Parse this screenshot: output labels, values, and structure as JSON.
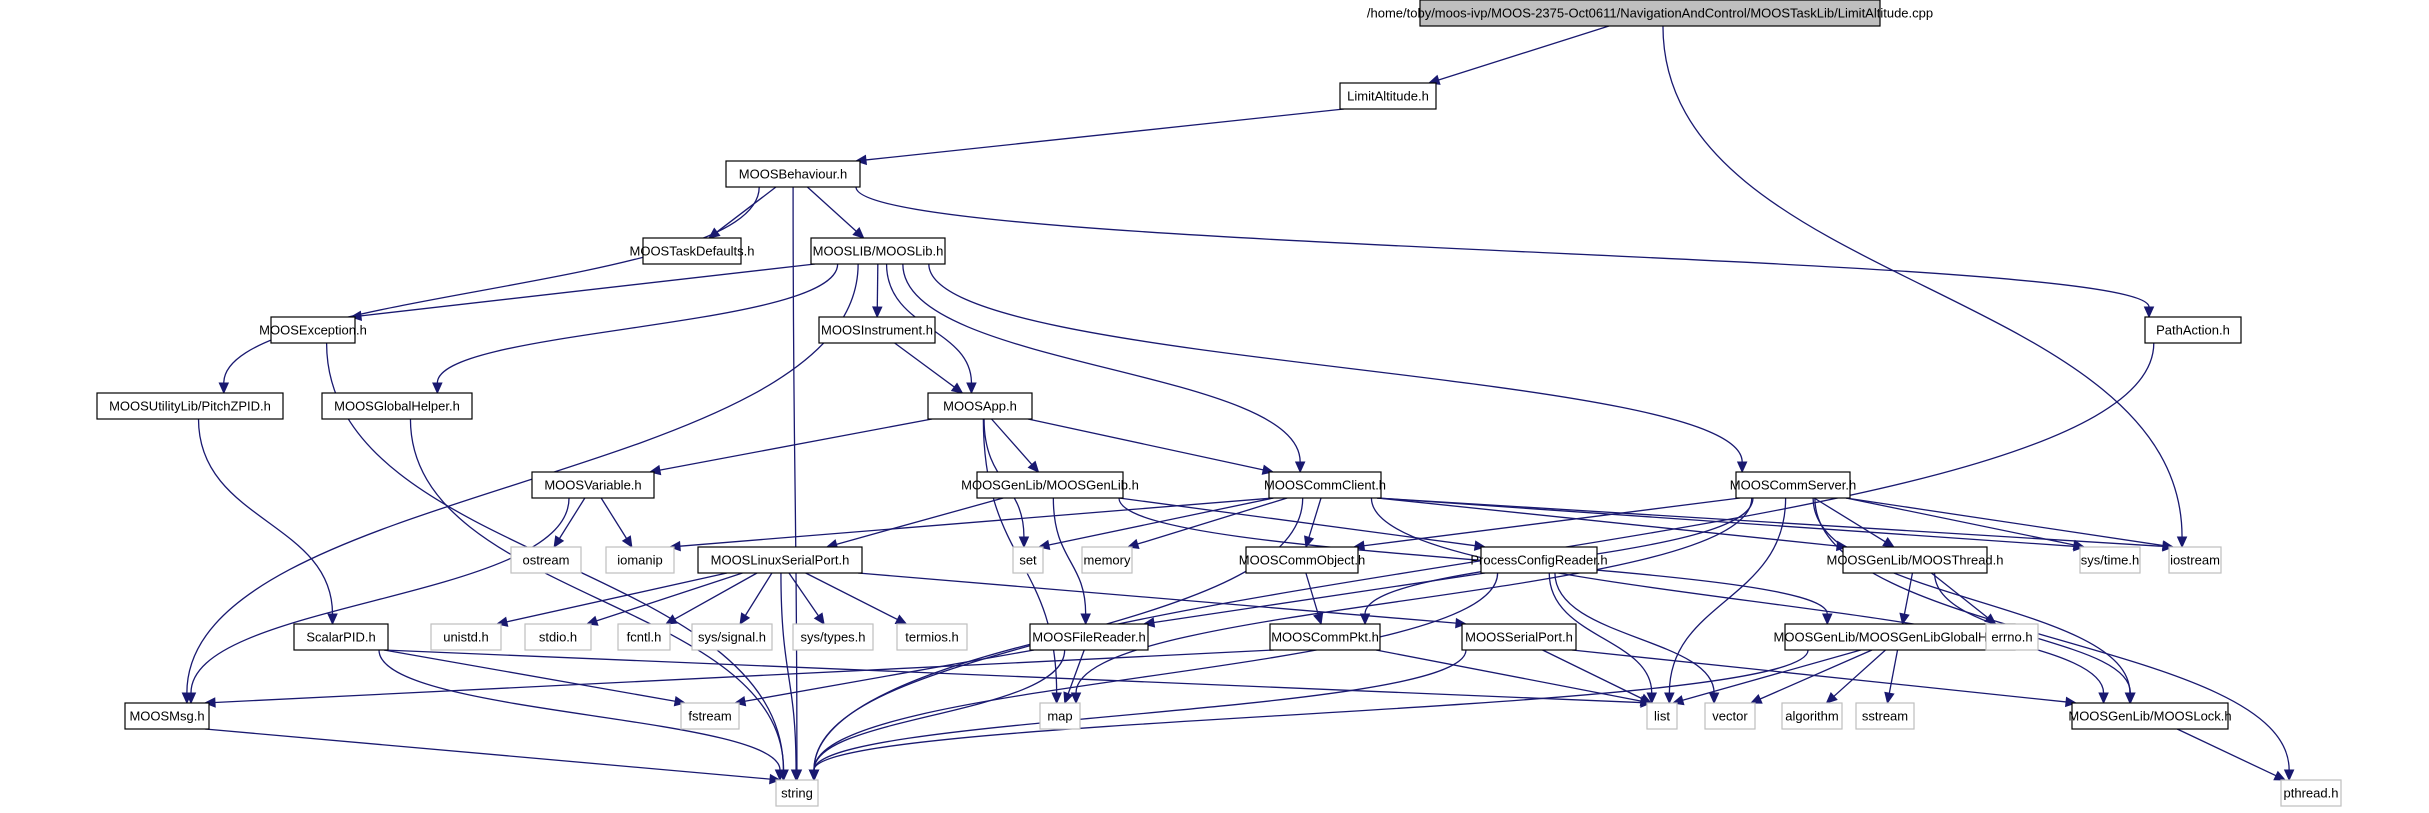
{
  "diagram": {
    "type": "include-dependency-graph",
    "root": "/home/toby/moos-ivp/MOOS-2375-Oct0611/NavigationAndControl/MOOSTaskLib/LimitAltitude.cpp",
    "colors": {
      "edge": "#191970",
      "root_fill": "#bfbfbf",
      "local_border": "#000000",
      "system_border": "#bfbfbf"
    },
    "nodes": [
      {
        "id": "root",
        "label": "/home/toby/moos-ivp/MOOS-2375-Oct0611/NavigationAndControl/MOOSTaskLib/LimitAltitude.cpp",
        "kind": "root"
      },
      {
        "id": "limitaltitude",
        "label": "LimitAltitude.h",
        "kind": "local"
      },
      {
        "id": "moosbehaviour",
        "label": "MOOSBehaviour.h",
        "kind": "local"
      },
      {
        "id": "moostaskdefaults",
        "label": "MOOSTaskDefaults.h",
        "kind": "local"
      },
      {
        "id": "mooslib",
        "label": "MOOSLIB/MOOSLib.h",
        "kind": "local"
      },
      {
        "id": "pathaction",
        "label": "PathAction.h",
        "kind": "local"
      },
      {
        "id": "moosexception",
        "label": "MOOSException.h",
        "kind": "local"
      },
      {
        "id": "moosinstrument",
        "label": "MOOSInstrument.h",
        "kind": "local"
      },
      {
        "id": "pitchzpid",
        "label": "MOOSUtilityLib/PitchZPID.h",
        "kind": "local"
      },
      {
        "id": "moosglobalhelper",
        "label": "MOOSGlobalHelper.h",
        "kind": "local"
      },
      {
        "id": "moosapp",
        "label": "MOOSApp.h",
        "kind": "local"
      },
      {
        "id": "moosvariable",
        "label": "MOOSVariable.h",
        "kind": "local"
      },
      {
        "id": "moosgenlib",
        "label": "MOOSGenLib/MOOSGenLib.h",
        "kind": "local"
      },
      {
        "id": "mooscommclient",
        "label": "MOOSCommClient.h",
        "kind": "local"
      },
      {
        "id": "mooscommserver",
        "label": "MOOSCommServer.h",
        "kind": "local"
      },
      {
        "id": "ostream",
        "label": "ostream",
        "kind": "system"
      },
      {
        "id": "iomanip",
        "label": "iomanip",
        "kind": "system"
      },
      {
        "id": "mooslinuxserialport",
        "label": "MOOSLinuxSerialPort.h",
        "kind": "local"
      },
      {
        "id": "set",
        "label": "set",
        "kind": "system"
      },
      {
        "id": "memory",
        "label": "memory",
        "kind": "system"
      },
      {
        "id": "mooscommobject",
        "label": "MOOSCommObject.h",
        "kind": "local"
      },
      {
        "id": "processconfigreader",
        "label": "ProcessConfigReader.h",
        "kind": "local"
      },
      {
        "id": "moosthread",
        "label": "MOOSGenLib/MOOSThread.h",
        "kind": "local"
      },
      {
        "id": "systime",
        "label": "sys/time.h",
        "kind": "system"
      },
      {
        "id": "iostream",
        "label": "iostream",
        "kind": "system"
      },
      {
        "id": "scalarpid",
        "label": "ScalarPID.h",
        "kind": "local"
      },
      {
        "id": "unistd",
        "label": "unistd.h",
        "kind": "system"
      },
      {
        "id": "stdio",
        "label": "stdio.h",
        "kind": "system"
      },
      {
        "id": "fcntl",
        "label": "fcntl.h",
        "kind": "system"
      },
      {
        "id": "syssignal",
        "label": "sys/signal.h",
        "kind": "system"
      },
      {
        "id": "systypes",
        "label": "sys/types.h",
        "kind": "system"
      },
      {
        "id": "termios",
        "label": "termios.h",
        "kind": "system"
      },
      {
        "id": "moosfilereader",
        "label": "MOOSFileReader.h",
        "kind": "local"
      },
      {
        "id": "mooscommpkt",
        "label": "MOOSCommPkt.h",
        "kind": "local"
      },
      {
        "id": "moosserialport",
        "label": "MOOSSerialPort.h",
        "kind": "local"
      },
      {
        "id": "moosgenlibglobalhelper",
        "label": "MOOSGenLib/MOOSGenLibGlobalHelper.h",
        "kind": "local"
      },
      {
        "id": "errno",
        "label": "errno.h",
        "kind": "system"
      },
      {
        "id": "moosmsg",
        "label": "MOOSMsg.h",
        "kind": "local"
      },
      {
        "id": "fstream",
        "label": "fstream",
        "kind": "system"
      },
      {
        "id": "map",
        "label": "map",
        "kind": "system"
      },
      {
        "id": "list",
        "label": "list",
        "kind": "system"
      },
      {
        "id": "vector",
        "label": "vector",
        "kind": "system"
      },
      {
        "id": "algorithm",
        "label": "algorithm",
        "kind": "system"
      },
      {
        "id": "sstream",
        "label": "sstream",
        "kind": "system"
      },
      {
        "id": "mooslock",
        "label": "MOOSGenLib/MOOSLock.h",
        "kind": "local"
      },
      {
        "id": "string",
        "label": "string",
        "kind": "system"
      },
      {
        "id": "pthread",
        "label": "pthread.h",
        "kind": "system"
      }
    ],
    "edges": [
      [
        "root",
        "limitaltitude"
      ],
      [
        "root",
        "iostream"
      ],
      [
        "limitaltitude",
        "moosbehaviour"
      ],
      [
        "moosbehaviour",
        "moostaskdefaults"
      ],
      [
        "moosbehaviour",
        "mooslib"
      ],
      [
        "moosbehaviour",
        "pathaction"
      ],
      [
        "moosbehaviour",
        "pitchzpid"
      ],
      [
        "moosbehaviour",
        "string"
      ],
      [
        "mooslib",
        "moosexception"
      ],
      [
        "mooslib",
        "moosinstrument"
      ],
      [
        "mooslib",
        "moosglobalhelper"
      ],
      [
        "mooslib",
        "moosapp"
      ],
      [
        "mooslib",
        "mooscommclient"
      ],
      [
        "mooslib",
        "mooscommserver"
      ],
      [
        "mooslib",
        "moosmsg"
      ],
      [
        "pathaction",
        "string"
      ],
      [
        "moosexception",
        "string"
      ],
      [
        "moosinstrument",
        "moosapp"
      ],
      [
        "pitchzpid",
        "scalarpid"
      ],
      [
        "moosglobalhelper",
        "string"
      ],
      [
        "moosapp",
        "moosvariable"
      ],
      [
        "moosapp",
        "moosgenlib"
      ],
      [
        "moosapp",
        "mooscommclient"
      ],
      [
        "moosapp",
        "set"
      ],
      [
        "moosapp",
        "map"
      ],
      [
        "moosvariable",
        "ostream"
      ],
      [
        "moosvariable",
        "iomanip"
      ],
      [
        "moosvariable",
        "moosmsg"
      ],
      [
        "moosgenlib",
        "mooslinuxserialport"
      ],
      [
        "moosgenlib",
        "moosfilereader"
      ],
      [
        "moosgenlib",
        "processconfigreader"
      ],
      [
        "moosgenlib",
        "moosgenlibglobalhelper"
      ],
      [
        "mooscommclient",
        "iomanip"
      ],
      [
        "mooscommclient",
        "set"
      ],
      [
        "mooscommclient",
        "memory"
      ],
      [
        "mooscommclient",
        "mooscommobject"
      ],
      [
        "mooscommclient",
        "moosthread"
      ],
      [
        "mooscommclient",
        "systime"
      ],
      [
        "mooscommclient",
        "iostream"
      ],
      [
        "mooscommclient",
        "mooslock"
      ],
      [
        "mooscommclient",
        "string"
      ],
      [
        "mooscommserver",
        "mooscommobject"
      ],
      [
        "mooscommserver",
        "mooscommpkt"
      ],
      [
        "mooscommserver",
        "moosthread"
      ],
      [
        "mooscommserver",
        "systime"
      ],
      [
        "mooscommserver",
        "iostream"
      ],
      [
        "mooscommserver",
        "mooslock"
      ],
      [
        "mooscommserver",
        "list"
      ],
      [
        "mooscommserver",
        "map"
      ],
      [
        "mooscommserver",
        "pthread"
      ],
      [
        "mooslinuxserialport",
        "unistd"
      ],
      [
        "mooslinuxserialport",
        "stdio"
      ],
      [
        "mooslinuxserialport",
        "fcntl"
      ],
      [
        "mooslinuxserialport",
        "syssignal"
      ],
      [
        "mooslinuxserialport",
        "systypes"
      ],
      [
        "mooslinuxserialport",
        "termios"
      ],
      [
        "mooslinuxserialport",
        "moosserialport"
      ],
      [
        "mooslinuxserialport",
        "string"
      ],
      [
        "mooscommobject",
        "mooscommpkt"
      ],
      [
        "processconfigreader",
        "moosfilereader"
      ],
      [
        "processconfigreader",
        "list"
      ],
      [
        "processconfigreader",
        "vector"
      ],
      [
        "processconfigreader",
        "string"
      ],
      [
        "moosthread",
        "moosgenlibglobalhelper"
      ],
      [
        "moosthread",
        "errno"
      ],
      [
        "moosthread",
        "mooslock"
      ],
      [
        "scalarpid",
        "fstream"
      ],
      [
        "scalarpid",
        "list"
      ],
      [
        "scalarpid",
        "string"
      ],
      [
        "moosfilereader",
        "fstream"
      ],
      [
        "moosfilereader",
        "map"
      ],
      [
        "moosfilereader",
        "string"
      ],
      [
        "mooscommpkt",
        "moosmsg"
      ],
      [
        "mooscommpkt",
        "list"
      ],
      [
        "moosserialport",
        "list"
      ],
      [
        "moosserialport",
        "mooslock"
      ],
      [
        "moosserialport",
        "string"
      ],
      [
        "moosgenlibglobalhelper",
        "list"
      ],
      [
        "moosgenlibglobalhelper",
        "vector"
      ],
      [
        "moosgenlibglobalhelper",
        "algorithm"
      ],
      [
        "moosgenlibglobalhelper",
        "sstream"
      ],
      [
        "moosgenlibglobalhelper",
        "string"
      ],
      [
        "moosmsg",
        "string"
      ],
      [
        "mooslock",
        "pthread"
      ]
    ]
  }
}
